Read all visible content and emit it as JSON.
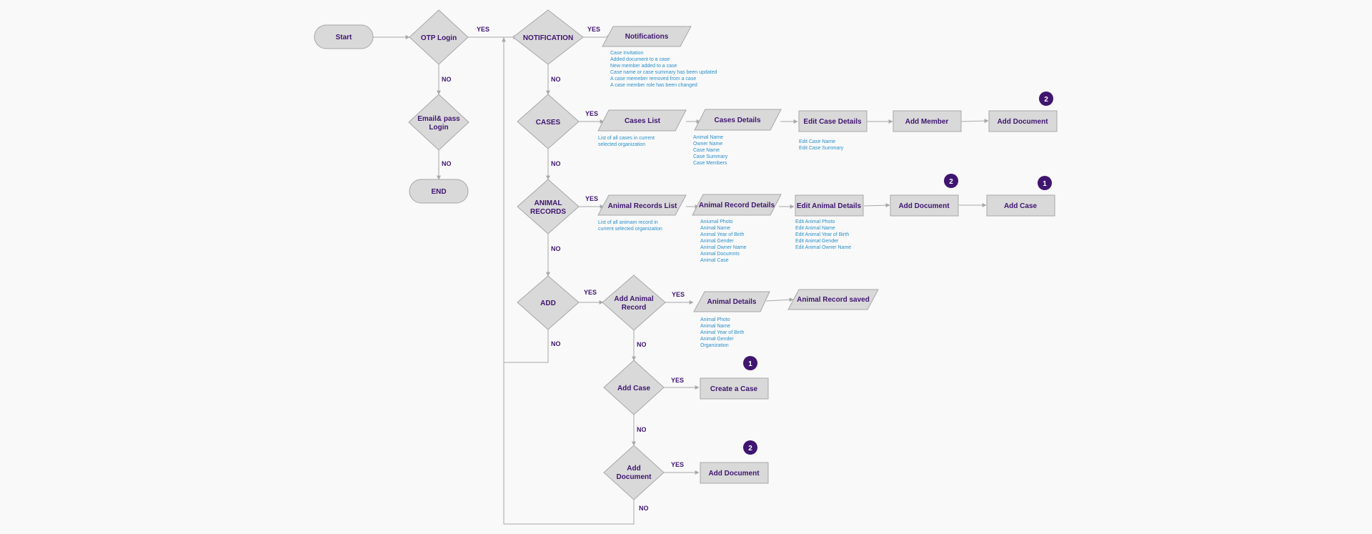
{
  "colors": {
    "label": "#3f1570",
    "note": "#2a8fc8",
    "badge": "#3f1570",
    "shape": "#d9d9d9",
    "line": "#a8a8a8"
  },
  "nodes": {
    "start": "Start",
    "otp_login": "OTP Login",
    "email_pass_login": [
      "Email& pass",
      "Login"
    ],
    "end": "END",
    "notification": "NOTIFICATION",
    "notifications": "Notifications",
    "cases": "CASES",
    "cases_list": "Cases List",
    "cases_details": "Cases Details",
    "edit_case_details": "Edit Case Details",
    "add_member": "Add Member",
    "add_document_cases": "Add Document",
    "animal_records": [
      "ANIMAL",
      "RECORDS"
    ],
    "animal_records_list": "Animal Records List",
    "animal_record_details": "Animal Record Details",
    "edit_animal_details": "Edit Animal Details",
    "add_document_animal": "Add Document",
    "add_case_animal": "Add Case",
    "add": "ADD",
    "add_animal_record": [
      "Add Animal",
      "Record"
    ],
    "animal_details": "Animal Details",
    "animal_record_saved": "Animal Record saved",
    "add_case": "Add Case",
    "create_a_case": "Create a Case",
    "add_document_q": [
      "Add",
      "Document"
    ],
    "add_document_final": "Add Document"
  },
  "edges": {
    "yes": "YES",
    "no": "NO"
  },
  "notes": {
    "notifications": [
      "Case Invitation",
      "Added document to a case",
      "New member added to a case",
      "Case name or case summary has been updated",
      "A case memeber removed from a case",
      "A case member role has been changed"
    ],
    "cases_list": [
      "List of all cases in current",
      "selected organization"
    ],
    "cases_details": [
      "Animal Name",
      "Owner Name",
      "Case Name",
      "Case Summary",
      "Case Members"
    ],
    "edit_case_details": [
      "Edit Case Name",
      "Edit Case Summary"
    ],
    "animal_records_list": [
      "List of all animam record in",
      "current selected organization"
    ],
    "animal_record_details": [
      "Aniumal Photo",
      "Animal Name",
      "Animal Year of Birth",
      "Animal Gender",
      "Animal Owner Name",
      "Animal Documnts",
      "Animal Case"
    ],
    "edit_animal_details": [
      "Edit Animal Photo",
      "Edit Animal Name",
      "Edit Animal Year of Birth",
      "Edit Animal Gender",
      "Edit Animal Owner Name"
    ],
    "animal_details": [
      "Animal Photo",
      "Animal Name",
      "Animal Year of Birth",
      "Animal Gender",
      "Organization"
    ]
  },
  "badges": {
    "add_document_cases": "2",
    "add_document_animal": "2",
    "add_case_animal": "1",
    "create_a_case": "1",
    "add_document_final": "2"
  }
}
